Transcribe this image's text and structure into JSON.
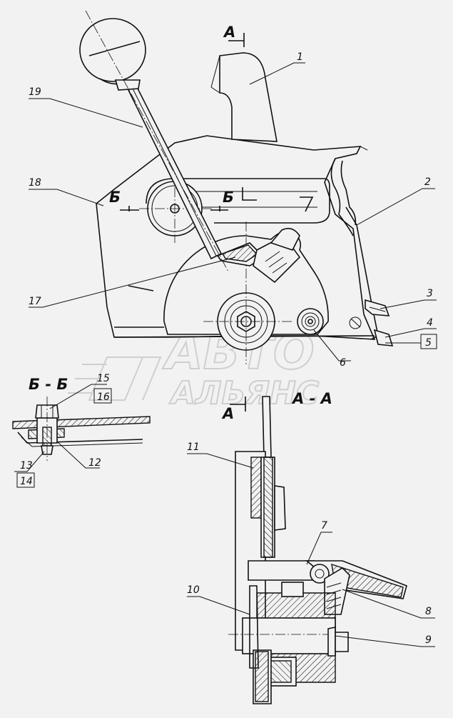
{
  "callouts": {
    "n1": "1",
    "n2": "2",
    "n3": "3",
    "n4": "4",
    "n5": "5",
    "n6": "6",
    "n7": "7",
    "n8": "8",
    "n9": "9",
    "n10": "10",
    "n11": "11",
    "n12": "12",
    "n13": "13",
    "n14": "14",
    "n15": "15",
    "n16": "16",
    "n17": "17",
    "n18": "18",
    "n19": "19"
  },
  "section_marks": {
    "a_top": "А",
    "a_bottom": "А",
    "b_left": "Б",
    "b_right": "Б",
    "section_aa": "А - А",
    "section_bb": "Б - Б"
  },
  "watermark": {
    "line1": "АВТО",
    "line2": "АЛЬЯНС"
  },
  "colors": {
    "background": "#f2f2f2",
    "ink": "#111111",
    "watermark": "#cfcfcf"
  }
}
